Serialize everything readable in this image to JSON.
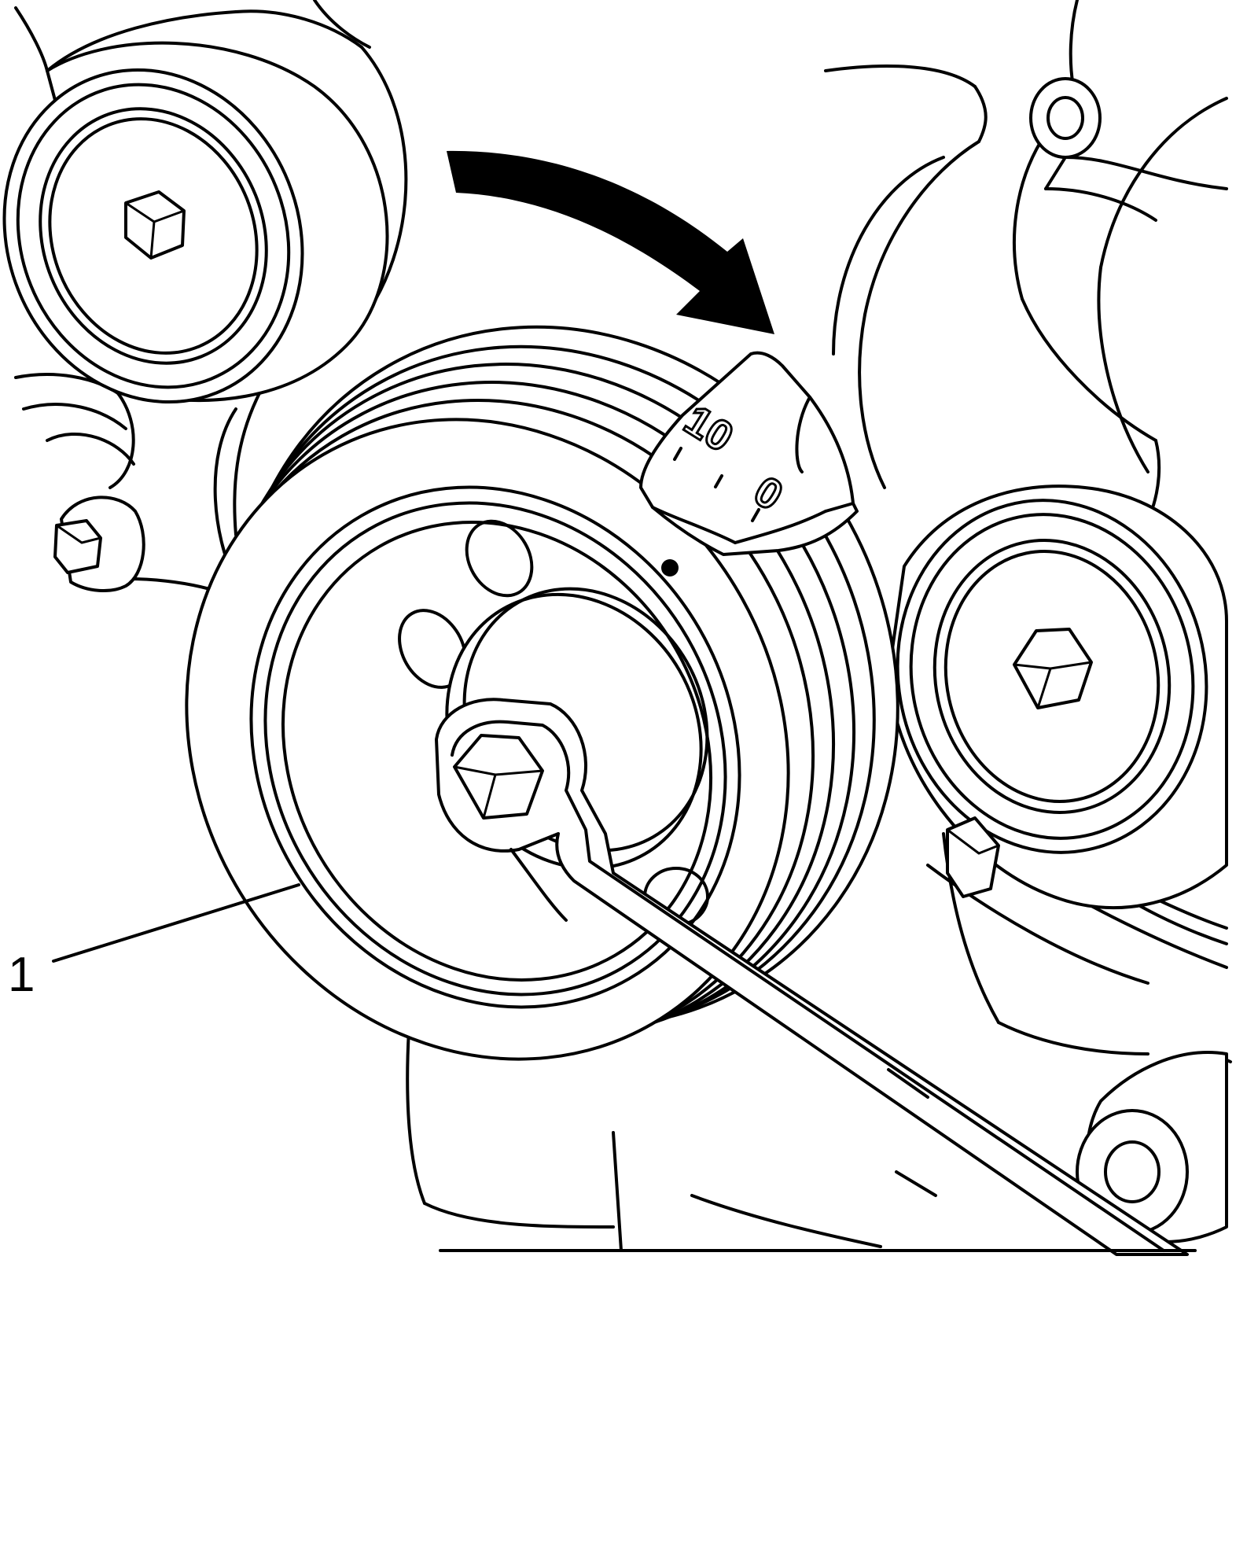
{
  "diagram": {
    "callouts": [
      {
        "id": "1",
        "label": "1"
      }
    ],
    "timing_scale": {
      "marks": [
        "10",
        "0"
      ]
    },
    "icons": [
      "rotation-arrow-icon",
      "hex-bolt-icon",
      "wrench-icon"
    ],
    "colors": {
      "line": "#000000",
      "background": "#ffffff"
    }
  }
}
